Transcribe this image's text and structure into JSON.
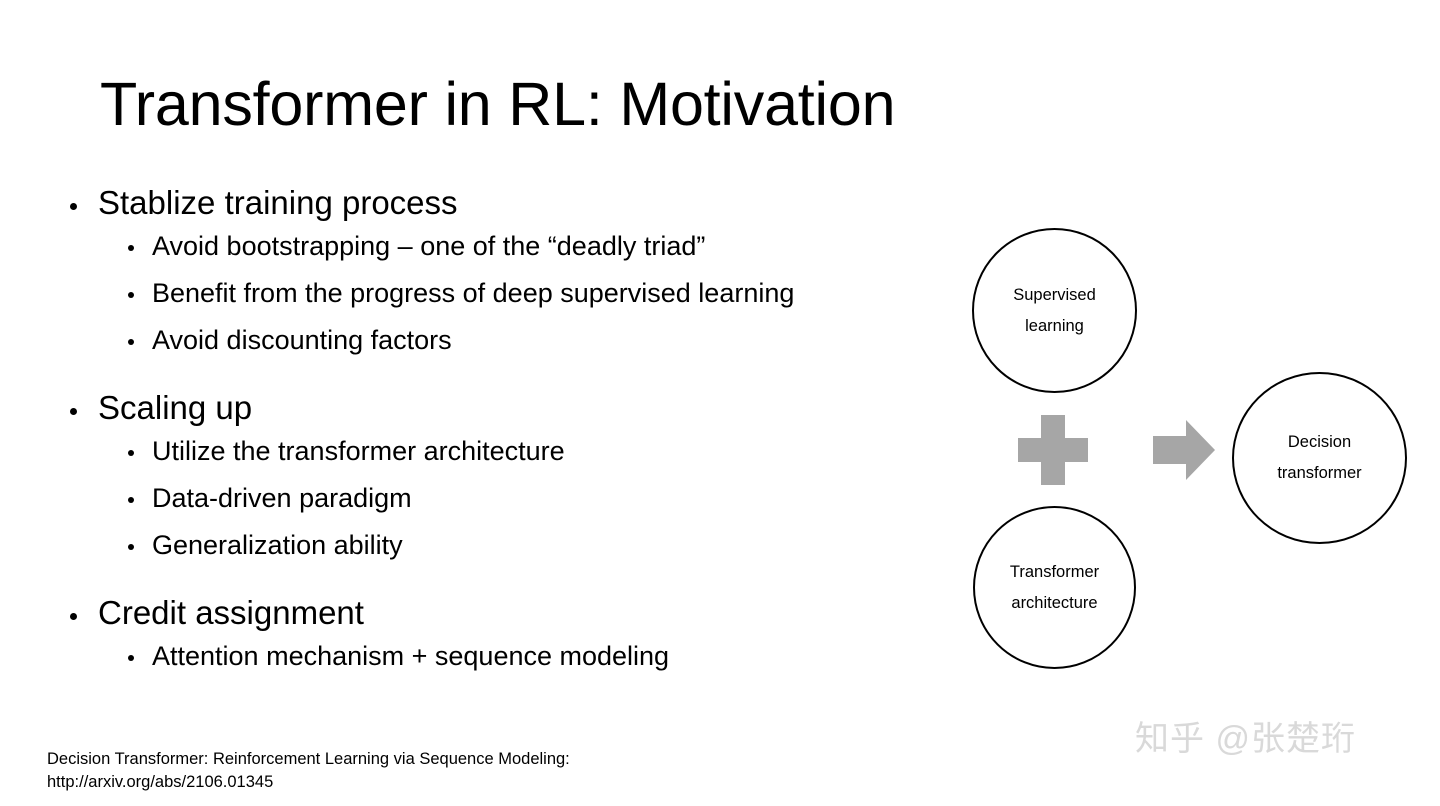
{
  "slide": {
    "title": "Transformer in RL: Motivation",
    "background_color": "#ffffff",
    "text_color": "#000000"
  },
  "bullets": [
    {
      "text": "Stablize training process",
      "children": [
        "Avoid bootstrapping – one of the “deadly triad”",
        "Benefit from the progress of deep supervised learning",
        "Avoid discounting factors"
      ]
    },
    {
      "text": "Scaling up",
      "children": [
        "Utilize the transformer architecture",
        "Data-driven paradigm",
        "Generalization ability"
      ]
    },
    {
      "text": "Credit assignment",
      "children": [
        "Attention mechanism + sequence modeling"
      ]
    }
  ],
  "diagram": {
    "accent_color": "#a6a6a6",
    "outline_color": "#000000",
    "nodes": {
      "supervised": {
        "line1": "Supervised",
        "line2": "learning"
      },
      "architecture": {
        "line1": "Transformer",
        "line2": "architecture"
      },
      "decision": {
        "line1": "Decision",
        "line2": "transformer"
      }
    },
    "operators": {
      "plus": "plus-icon",
      "arrow": "right-arrow-icon"
    }
  },
  "footer": {
    "line1": "Decision Transformer: Reinforcement Learning via Sequence Modeling:",
    "line2": "http://arxiv.org/abs/2106.01345"
  },
  "watermark": {
    "text": "知乎 @张楚珩",
    "color": "#d9d9d9"
  }
}
